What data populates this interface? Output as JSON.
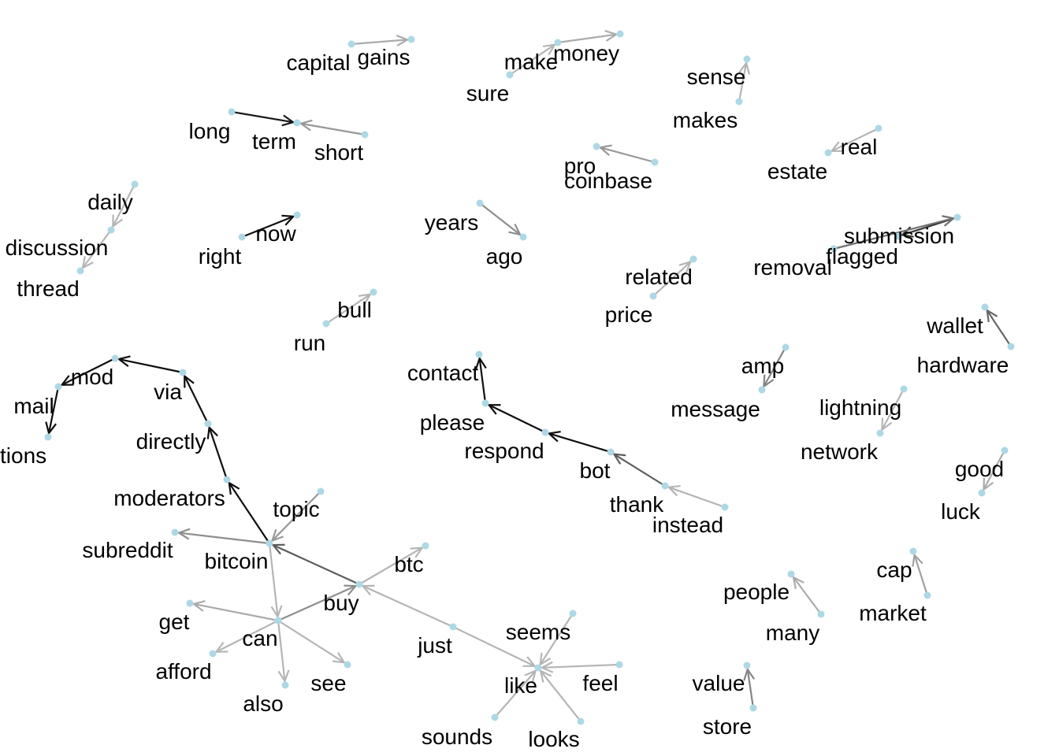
{
  "graph": {
    "node_color": "#add8e6",
    "label_color": "#000000",
    "nodes": [
      {
        "id": "capital",
        "label": "capital"
      },
      {
        "id": "gains",
        "label": "gains"
      },
      {
        "id": "make",
        "label": "make"
      },
      {
        "id": "money",
        "label": "money"
      },
      {
        "id": "sure",
        "label": "sure"
      },
      {
        "id": "sense",
        "label": "sense"
      },
      {
        "id": "makes",
        "label": "makes"
      },
      {
        "id": "long",
        "label": "long"
      },
      {
        "id": "term",
        "label": "term"
      },
      {
        "id": "short",
        "label": "short"
      },
      {
        "id": "pro",
        "label": "pro"
      },
      {
        "id": "coinbase",
        "label": "coinbase"
      },
      {
        "id": "real",
        "label": "real"
      },
      {
        "id": "estate",
        "label": "estate"
      },
      {
        "id": "daily",
        "label": "daily"
      },
      {
        "id": "discussion",
        "label": "discussion"
      },
      {
        "id": "thread",
        "label": "thread"
      },
      {
        "id": "years",
        "label": "years"
      },
      {
        "id": "ago",
        "label": "ago"
      },
      {
        "id": "now",
        "label": "now"
      },
      {
        "id": "right",
        "label": "right"
      },
      {
        "id": "submission",
        "label": "submission"
      },
      {
        "id": "flagged",
        "label": "flagged"
      },
      {
        "id": "removal",
        "label": "removal"
      },
      {
        "id": "related",
        "label": "related"
      },
      {
        "id": "price",
        "label": "price"
      },
      {
        "id": "bull",
        "label": "bull"
      },
      {
        "id": "run",
        "label": "run"
      },
      {
        "id": "wallet",
        "label": "wallet"
      },
      {
        "id": "hardware",
        "label": "hardware"
      },
      {
        "id": "contact",
        "label": "contact"
      },
      {
        "id": "amp",
        "label": "amp"
      },
      {
        "id": "message",
        "label": "message"
      },
      {
        "id": "mod",
        "label": "mod"
      },
      {
        "id": "via",
        "label": "via"
      },
      {
        "id": "mail",
        "label": "mail"
      },
      {
        "id": "tions",
        "label": "tions"
      },
      {
        "id": "please",
        "label": "please"
      },
      {
        "id": "lightning",
        "label": "lightning"
      },
      {
        "id": "network",
        "label": "network"
      },
      {
        "id": "directly",
        "label": "directly"
      },
      {
        "id": "respond",
        "label": "respond"
      },
      {
        "id": "bot",
        "label": "bot"
      },
      {
        "id": "good",
        "label": "good"
      },
      {
        "id": "luck",
        "label": "luck"
      },
      {
        "id": "moderators",
        "label": "moderators"
      },
      {
        "id": "thank",
        "label": "thank"
      },
      {
        "id": "instead",
        "label": "instead"
      },
      {
        "id": "topic",
        "label": "topic"
      },
      {
        "id": "subreddit",
        "label": "subreddit"
      },
      {
        "id": "bitcoin",
        "label": "bitcoin"
      },
      {
        "id": "btc",
        "label": "btc"
      },
      {
        "id": "buy",
        "label": "buy"
      },
      {
        "id": "cap",
        "label": "cap"
      },
      {
        "id": "market",
        "label": "market"
      },
      {
        "id": "people",
        "label": "people"
      },
      {
        "id": "many",
        "label": "many"
      },
      {
        "id": "get",
        "label": "get"
      },
      {
        "id": "can",
        "label": "can"
      },
      {
        "id": "just",
        "label": "just"
      },
      {
        "id": "seems",
        "label": "seems"
      },
      {
        "id": "afford",
        "label": "afford"
      },
      {
        "id": "see",
        "label": "see"
      },
      {
        "id": "also",
        "label": "also"
      },
      {
        "id": "like",
        "label": "like"
      },
      {
        "id": "feel",
        "label": "feel"
      },
      {
        "id": "value",
        "label": "value"
      },
      {
        "id": "store",
        "label": "store"
      },
      {
        "id": "sounds",
        "label": "sounds"
      },
      {
        "id": "looks",
        "label": "looks"
      }
    ],
    "edges": [
      {
        "from": "capital",
        "to": "gains",
        "strength": 0.2
      },
      {
        "from": "make",
        "to": "money",
        "strength": 0.2
      },
      {
        "from": "sure",
        "to": "make",
        "strength": 0.15
      },
      {
        "from": "makes",
        "to": "sense",
        "strength": 0.15
      },
      {
        "from": "long",
        "to": "term",
        "strength": 0.95
      },
      {
        "from": "short",
        "to": "term",
        "strength": 0.3
      },
      {
        "from": "coinbase",
        "to": "pro",
        "strength": 0.3
      },
      {
        "from": "real",
        "to": "estate",
        "strength": 0.15
      },
      {
        "from": "daily",
        "to": "discussion",
        "strength": 0.15
      },
      {
        "from": "discussion",
        "to": "thread",
        "strength": 0.15
      },
      {
        "from": "years",
        "to": "ago",
        "strength": 0.35
      },
      {
        "from": "right",
        "to": "now",
        "strength": 1.0
      },
      {
        "from": "submission",
        "to": "flagged",
        "strength": 0.8
      },
      {
        "from": "removal",
        "to": "submission",
        "strength": 0.5
      },
      {
        "from": "price",
        "to": "related",
        "strength": 0.15
      },
      {
        "from": "run",
        "to": "bull",
        "strength": 0.15
      },
      {
        "from": "hardware",
        "to": "wallet",
        "strength": 0.55
      },
      {
        "from": "amp",
        "to": "message",
        "strength": 0.4
      },
      {
        "from": "via",
        "to": "mod",
        "strength": 1.0
      },
      {
        "from": "mod",
        "to": "mail",
        "strength": 1.0
      },
      {
        "from": "mail",
        "to": "tions",
        "strength": 1.0
      },
      {
        "from": "please",
        "to": "contact",
        "strength": 1.0
      },
      {
        "from": "lightning",
        "to": "network",
        "strength": 0.15
      },
      {
        "from": "directly",
        "to": "via",
        "strength": 1.0
      },
      {
        "from": "respond",
        "to": "please",
        "strength": 1.0
      },
      {
        "from": "bot",
        "to": "respond",
        "strength": 1.0
      },
      {
        "from": "good",
        "to": "luck",
        "strength": 0.2
      },
      {
        "from": "moderators",
        "to": "directly",
        "strength": 1.0
      },
      {
        "from": "thank",
        "to": "bot",
        "strength": 0.6
      },
      {
        "from": "instead",
        "to": "thank",
        "strength": 0.15
      },
      {
        "from": "topic",
        "to": "bitcoin",
        "strength": 0.3
      },
      {
        "from": "bitcoin",
        "to": "subreddit",
        "strength": 0.35
      },
      {
        "from": "bitcoin",
        "to": "moderators",
        "strength": 1.0
      },
      {
        "from": "buy",
        "to": "bitcoin",
        "strength": 0.6
      },
      {
        "from": "buy",
        "to": "btc",
        "strength": 0.15
      },
      {
        "from": "bitcoin",
        "to": "can",
        "strength": 0.15
      },
      {
        "from": "market",
        "to": "cap",
        "strength": 0.25
      },
      {
        "from": "many",
        "to": "people",
        "strength": 0.2
      },
      {
        "from": "can",
        "to": "get",
        "strength": 0.2
      },
      {
        "from": "can",
        "to": "buy",
        "strength": 0.35
      },
      {
        "from": "just",
        "to": "buy",
        "strength": 0.15
      },
      {
        "from": "can",
        "to": "afford",
        "strength": 0.15
      },
      {
        "from": "can",
        "to": "see",
        "strength": 0.15
      },
      {
        "from": "can",
        "to": "also",
        "strength": 0.15
      },
      {
        "from": "just",
        "to": "like",
        "strength": 0.15
      },
      {
        "from": "seems",
        "to": "like",
        "strength": 0.15
      },
      {
        "from": "feel",
        "to": "like",
        "strength": 0.15
      },
      {
        "from": "sounds",
        "to": "like",
        "strength": 0.15
      },
      {
        "from": "looks",
        "to": "like",
        "strength": 0.15
      },
      {
        "from": "store",
        "to": "value",
        "strength": 0.4
      }
    ]
  }
}
